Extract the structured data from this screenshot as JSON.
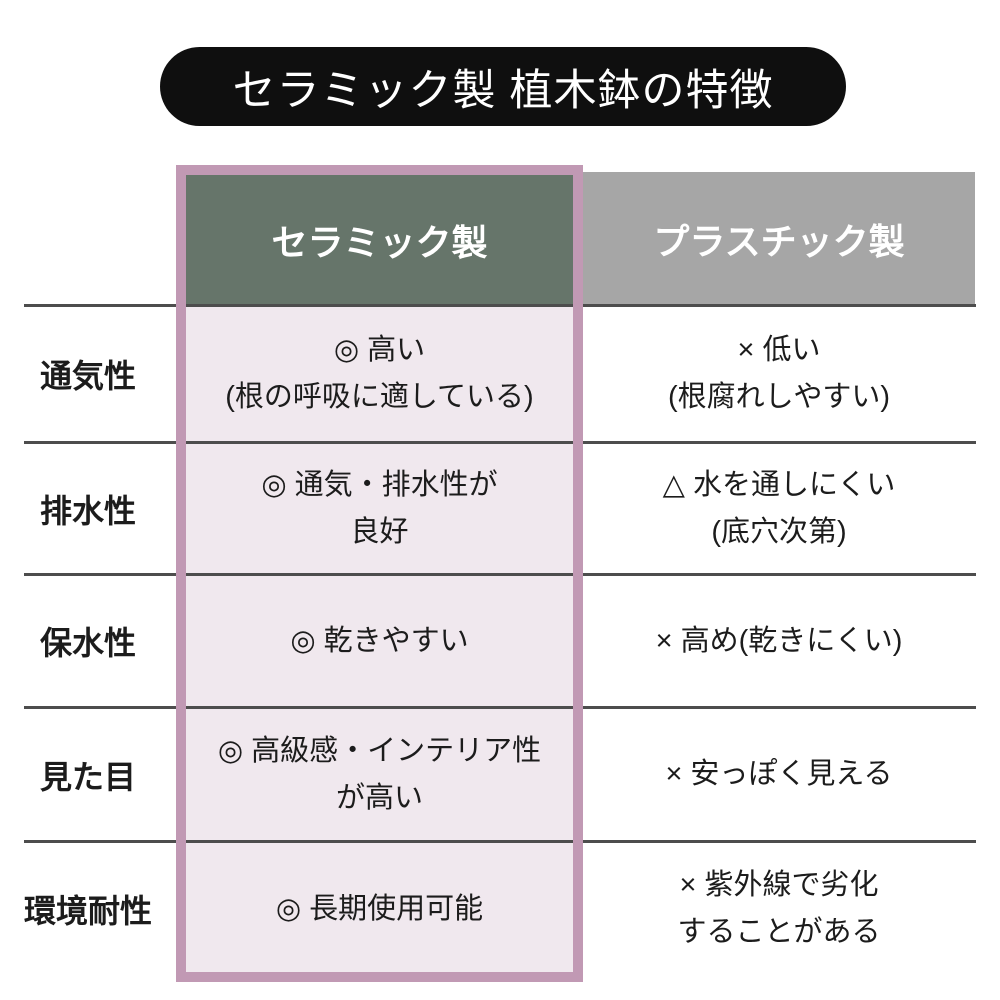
{
  "title": "セラミック製 植木鉢の特徴",
  "table": {
    "columns": [
      {
        "label": "セラミック製"
      },
      {
        "label": "プラスチック製"
      }
    ],
    "rows": [
      {
        "label": "通気性",
        "ceramic": [
          "◎ 高い",
          "(根の呼吸に適している)"
        ],
        "plastic": [
          "× 低い",
          "(根腐れしやすい)"
        ]
      },
      {
        "label": "排水性",
        "ceramic": [
          "◎ 通気・排水性が",
          "良好"
        ],
        "plastic": [
          "△ 水を通しにくい",
          "(底穴次第)"
        ]
      },
      {
        "label": "保水性",
        "ceramic": [
          "◎ 乾きやすい"
        ],
        "plastic": [
          "× 高め(乾きにくい)"
        ]
      },
      {
        "label": "見た目",
        "ceramic": [
          "◎ 高級感・インテリア性",
          "が高い"
        ],
        "plastic": [
          "× 安っぽく見える"
        ]
      },
      {
        "label": "環境耐性",
        "ceramic": [
          "◎ 長期使用可能"
        ],
        "plastic": [
          "× 紫外線で劣化",
          "することがある"
        ]
      }
    ]
  },
  "symbols": {
    "best": "◎",
    "bad": "×",
    "partial": "△"
  },
  "colors": {
    "title_pill_bg": "#0f0f0f",
    "title_text": "#ffffff",
    "ceramic_header_bg": "#66756a",
    "plastic_header_bg": "#a6a6a6",
    "highlight_border": "#c199b4",
    "highlight_cell_bg": "#f0e8ee",
    "divider_line": "#4d4d4d",
    "body_text": "#1c1c1c"
  }
}
